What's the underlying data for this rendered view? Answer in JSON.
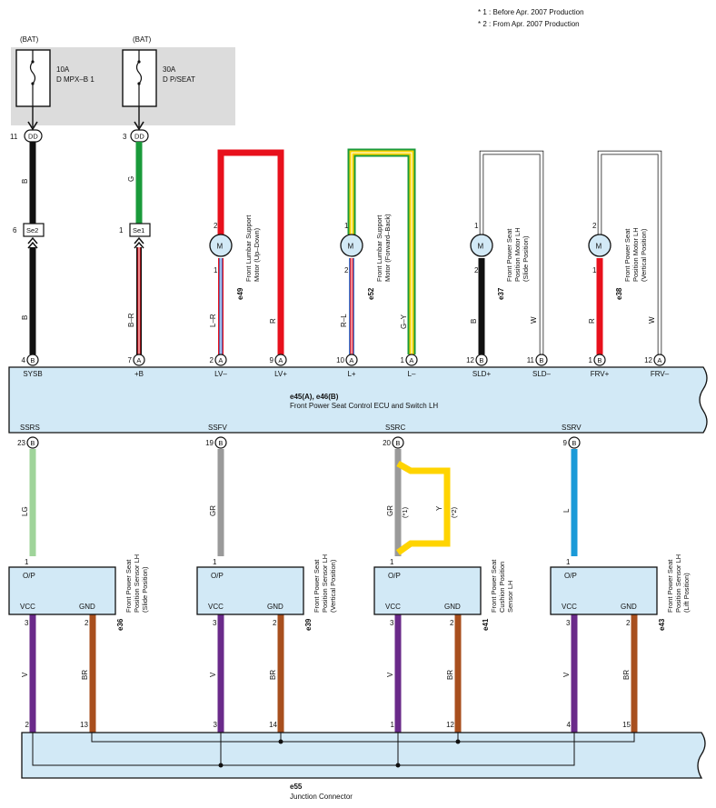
{
  "legend": {
    "note1": "* 1 : Before Apr. 2007 Production",
    "note2": "* 2 : From Apr. 2007 Production"
  },
  "power": {
    "bat1": "(BAT)",
    "bat2": "(BAT)",
    "fuse1_amp": "10A",
    "fuse1_name": "D MPX–B 1",
    "fuse2_amp": "30A",
    "fuse2_name": "D P/SEAT",
    "dd1_pin": "11",
    "dd2_pin": "3",
    "dd_label": "DD",
    "wire_b1": "B",
    "wire_g": "G",
    "se2_pin": "6",
    "se2_label": "Se2",
    "se1_pin": "1",
    "se1_label": "Se1",
    "wire_b2": "B",
    "wire_br": "B–R"
  },
  "motors": {
    "m_label": "M",
    "e49_code": "e49",
    "e49_desc1": "Front Lumbar Support",
    "e49_desc2": "Motor (Up–Down)",
    "e49_p1": "2",
    "e49_p2": "1",
    "e49_w1": "L–R",
    "e49_w2": "R",
    "e52_code": "e52",
    "e52_desc1": "Front Lumbar Support",
    "e52_desc2": "Motor (Forward–Back)",
    "e52_p1": "1",
    "e52_p2": "2",
    "e52_w1": "R–L",
    "e52_w2": "G–Y",
    "e37_code": "e37",
    "e37_desc1": "Front Power Seat",
    "e37_desc2": "Position Motor LH",
    "e37_desc3": "(Slide Position)",
    "e37_p1": "1",
    "e37_p2": "2",
    "e37_w1": "B",
    "e37_w2": "W",
    "e38_code": "e38",
    "e38_desc1": "Front Power Seat",
    "e38_desc2": "Position Motor LH",
    "e38_desc3": "(Vertical Position)",
    "e38_p1": "2",
    "e38_p2": "1",
    "e38_w1": "R",
    "e38_w2": "W"
  },
  "ecu": {
    "code": "e45(A), e46(B)",
    "name": "Front Power Seat Control ECU and Switch LH",
    "top_pins": [
      {
        "num": "4",
        "conn": "B",
        "name": "SYSB"
      },
      {
        "num": "7",
        "conn": "A",
        "name": "+B"
      },
      {
        "num": "2",
        "conn": "A",
        "name": "LV–"
      },
      {
        "num": "9",
        "conn": "A",
        "name": "LV+"
      },
      {
        "num": "10",
        "conn": "A",
        "name": "L+"
      },
      {
        "num": "1",
        "conn": "A",
        "name": "L–"
      },
      {
        "num": "12",
        "conn": "B",
        "name": "SLD+"
      },
      {
        "num": "11",
        "conn": "B",
        "name": "SLD–"
      },
      {
        "num": "1",
        "conn": "B",
        "name": "FRV+"
      },
      {
        "num": "12",
        "conn": "A",
        "name": "FRV–"
      }
    ],
    "bottom_pins": [
      {
        "num": "23",
        "conn": "B",
        "name": "SSRS"
      },
      {
        "num": "19",
        "conn": "B",
        "name": "SSFV"
      },
      {
        "num": "20",
        "conn": "B",
        "name": "SSRC"
      },
      {
        "num": "9",
        "conn": "B",
        "name": "SSRV"
      }
    ]
  },
  "sensor_wires": {
    "s1": "LG",
    "s2": "GR",
    "s3a": "GR",
    "s3a_note": "(*1)",
    "s3b": "Y",
    "s3b_note": "(*2)",
    "s4": "L"
  },
  "sensors": [
    {
      "code": "e36",
      "d1": "Front Power Seat",
      "d2": "Position Sensor LH",
      "d3": "(Slide Position)",
      "op": "O/P",
      "vcc": "VCC",
      "gnd": "GND",
      "op_pin": "1",
      "vcc_pin": "3",
      "gnd_pin": "2",
      "vw": "V",
      "gw": "BR"
    },
    {
      "code": "e39",
      "d1": "Front Power Seat",
      "d2": "Position Sensor LH",
      "d3": "(Vertical Position)",
      "op": "O/P",
      "vcc": "VCC",
      "gnd": "GND",
      "op_pin": "1",
      "vcc_pin": "3",
      "gnd_pin": "2",
      "vw": "V",
      "gw": "BR"
    },
    {
      "code": "e41",
      "d1": "Front Power Seat",
      "d2": "Cushion Position",
      "d3": "Sensor LH",
      "op": "O/P",
      "vcc": "VCC",
      "gnd": "GND",
      "op_pin": "1",
      "vcc_pin": "3",
      "gnd_pin": "2",
      "vw": "V",
      "gw": "BR"
    },
    {
      "code": "e43",
      "d1": "Front Power Seat",
      "d2": "Position Sensor LH",
      "d3": "(Lift Position)",
      "op": "O/P",
      "vcc": "VCC",
      "gnd": "GND",
      "op_pin": "1",
      "vcc_pin": "3",
      "gnd_pin": "2",
      "vw": "V",
      "gw": "BR"
    }
  ],
  "junction": {
    "code": "e55",
    "name": "Junction Connector",
    "pins": [
      "2",
      "13",
      "3",
      "14",
      "1",
      "12",
      "4",
      "15"
    ]
  },
  "colors": {
    "black": "#111111",
    "green": "#1a9a3a",
    "red": "#e8101c",
    "blue": "#3a7bd5",
    "yellow": "#ffd400",
    "lightgreen": "#9fd49a",
    "gray": "#9a9a9a",
    "cyan": "#1a9ad8",
    "violet": "#6a2a8a",
    "brown": "#a84f1e",
    "ecu_fill": "#d2e9f6",
    "batt_fill": "#dcdcdc"
  }
}
